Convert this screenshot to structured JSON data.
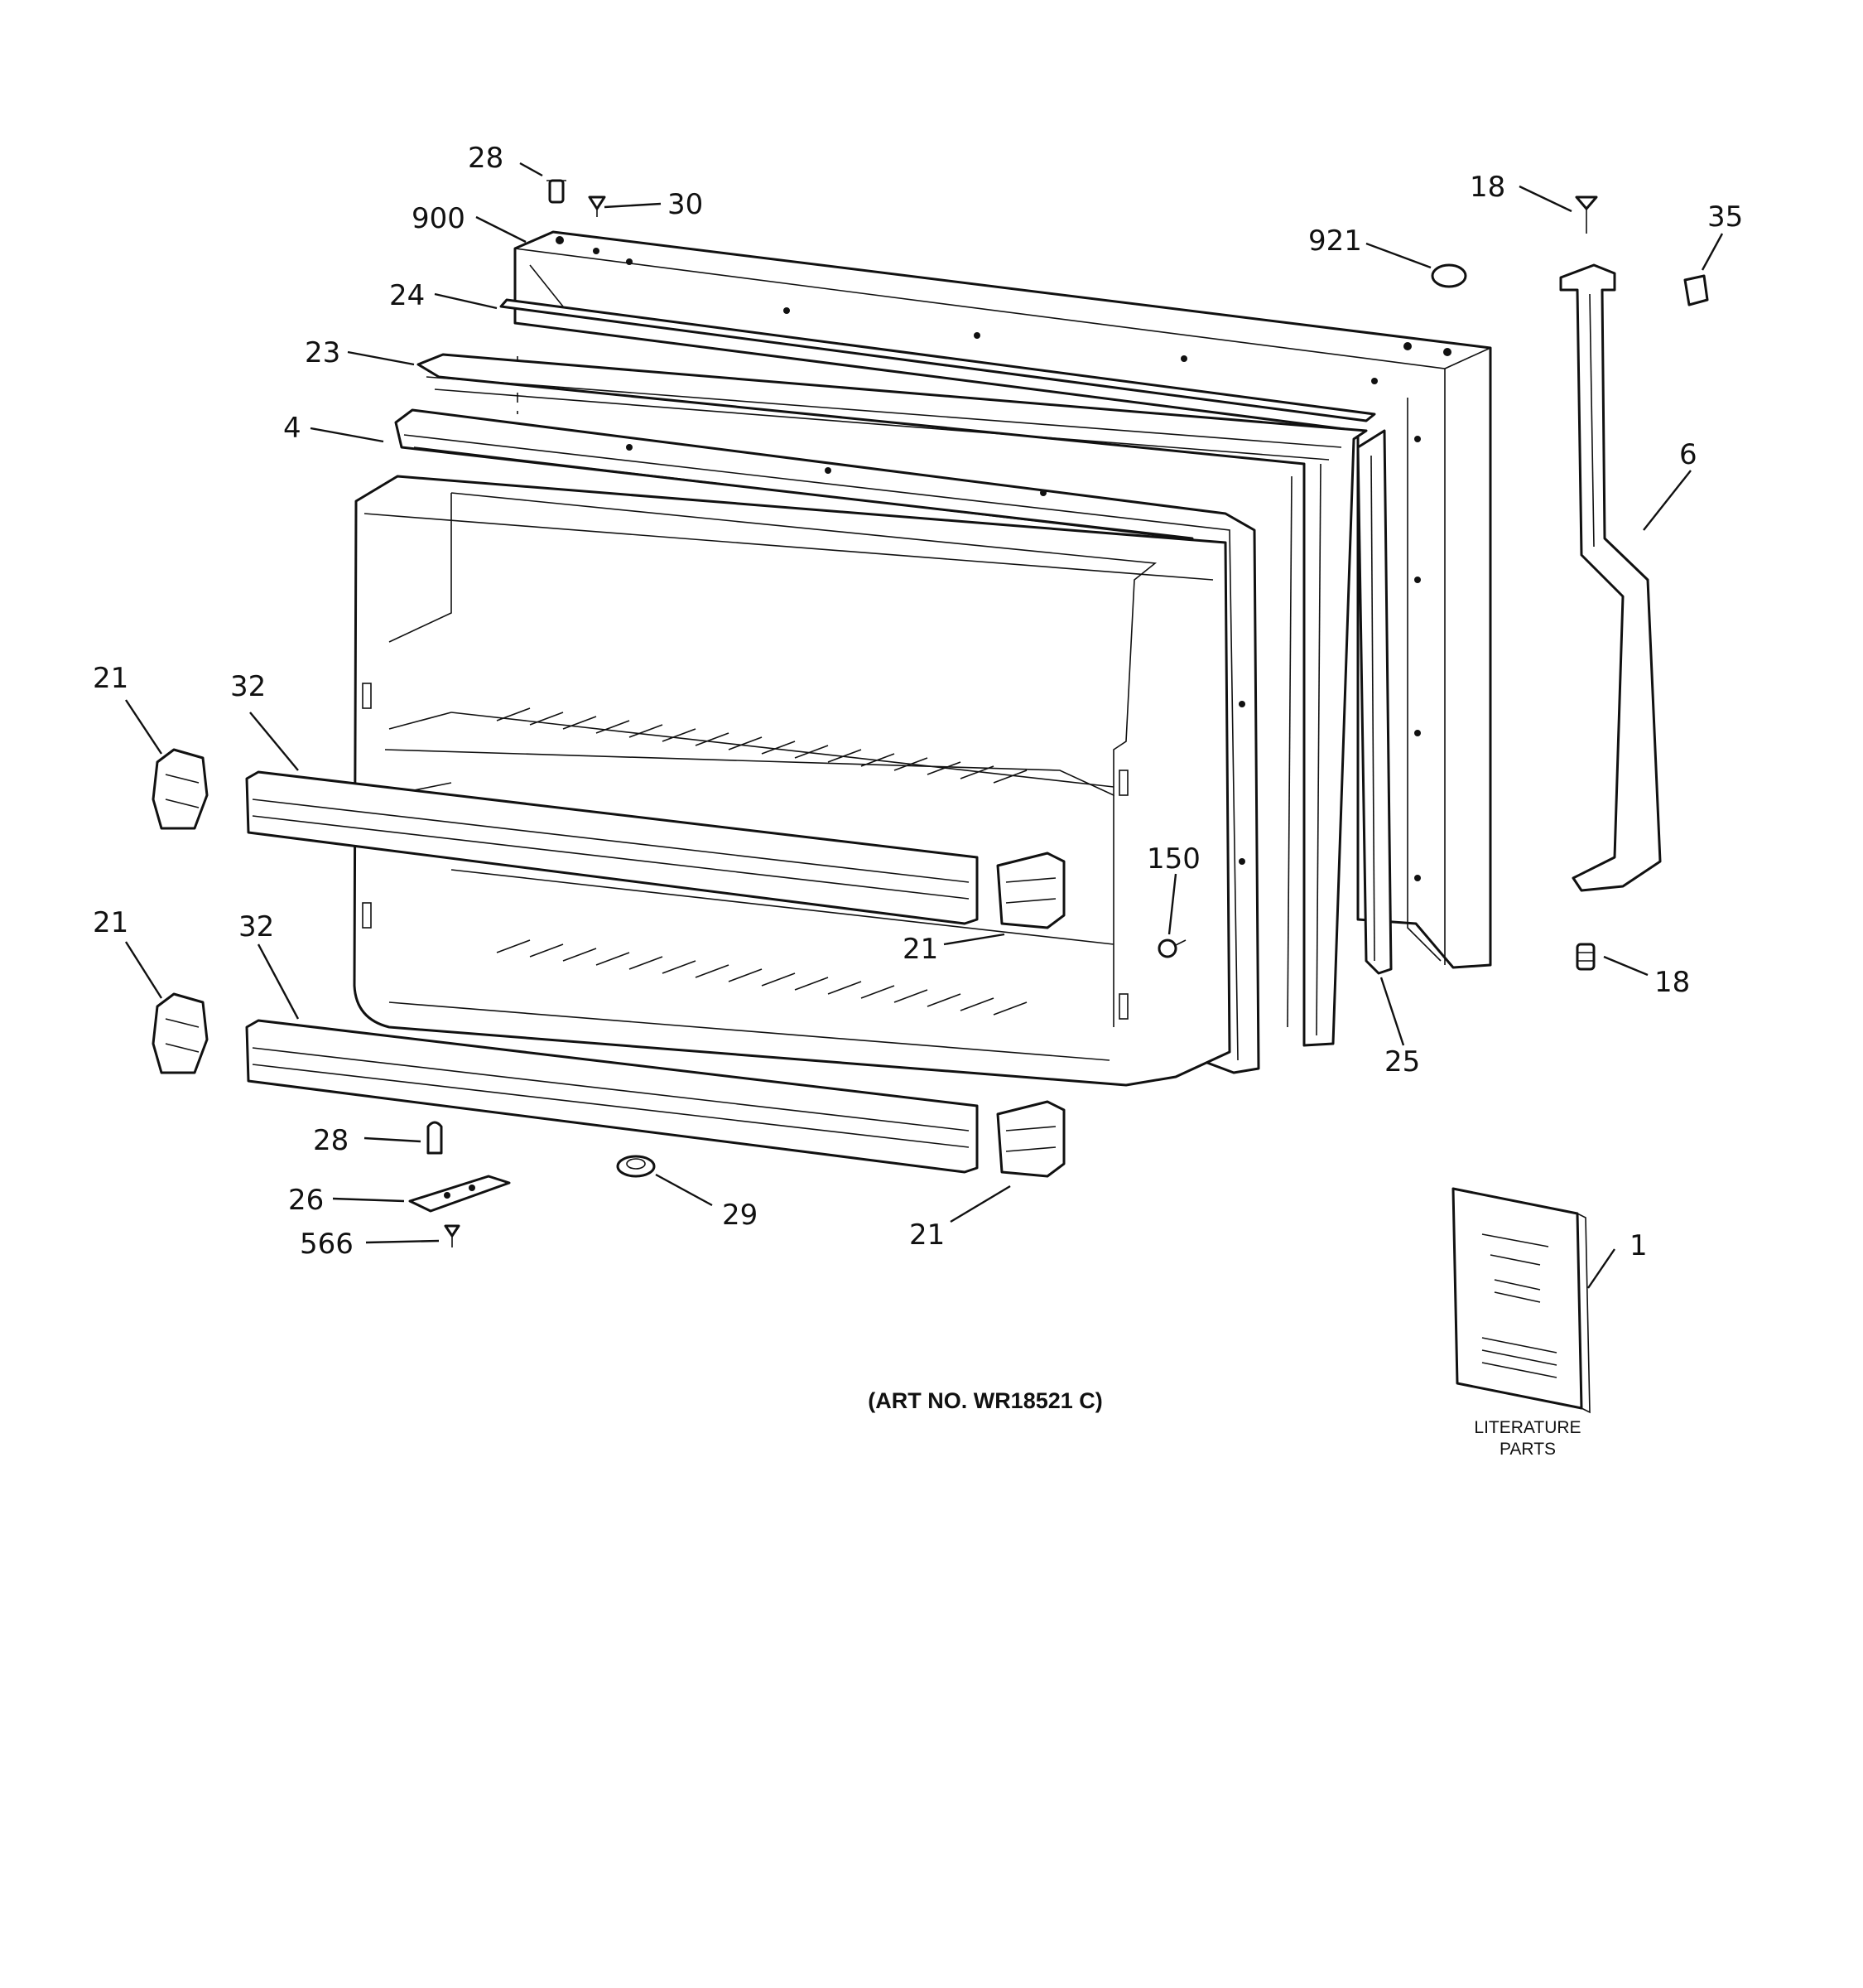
{
  "callouts": [
    {
      "id": "c-28-top",
      "text": "28"
    },
    {
      "id": "c-30",
      "text": "30"
    },
    {
      "id": "c-900",
      "text": "900"
    },
    {
      "id": "c-24",
      "text": "24"
    },
    {
      "id": "c-23",
      "text": "23"
    },
    {
      "id": "c-4",
      "text": "4"
    },
    {
      "id": "c-921",
      "text": "921"
    },
    {
      "id": "c-18-top",
      "text": "18"
    },
    {
      "id": "c-35",
      "text": "35"
    },
    {
      "id": "c-6",
      "text": "6"
    },
    {
      "id": "c-21-a",
      "text": "21"
    },
    {
      "id": "c-32-a",
      "text": "32"
    },
    {
      "id": "c-21-b",
      "text": "21"
    },
    {
      "id": "c-32-b",
      "text": "32"
    },
    {
      "id": "c-150",
      "text": "150"
    },
    {
      "id": "c-21-c",
      "text": "21"
    },
    {
      "id": "c-18-bottom",
      "text": "18"
    },
    {
      "id": "c-25",
      "text": "25"
    },
    {
      "id": "c-28-bottom",
      "text": "28"
    },
    {
      "id": "c-26",
      "text": "26"
    },
    {
      "id": "c-566",
      "text": "566"
    },
    {
      "id": "c-29",
      "text": "29"
    },
    {
      "id": "c-21-d",
      "text": "21"
    },
    {
      "id": "c-1",
      "text": "1"
    }
  ],
  "art_number": "(ART NO. WR18521 C)",
  "literature": {
    "line1": "LITERATURE",
    "line2": "PARTS"
  },
  "colors": {
    "ink": "#111111",
    "paper": "#ffffff"
  }
}
